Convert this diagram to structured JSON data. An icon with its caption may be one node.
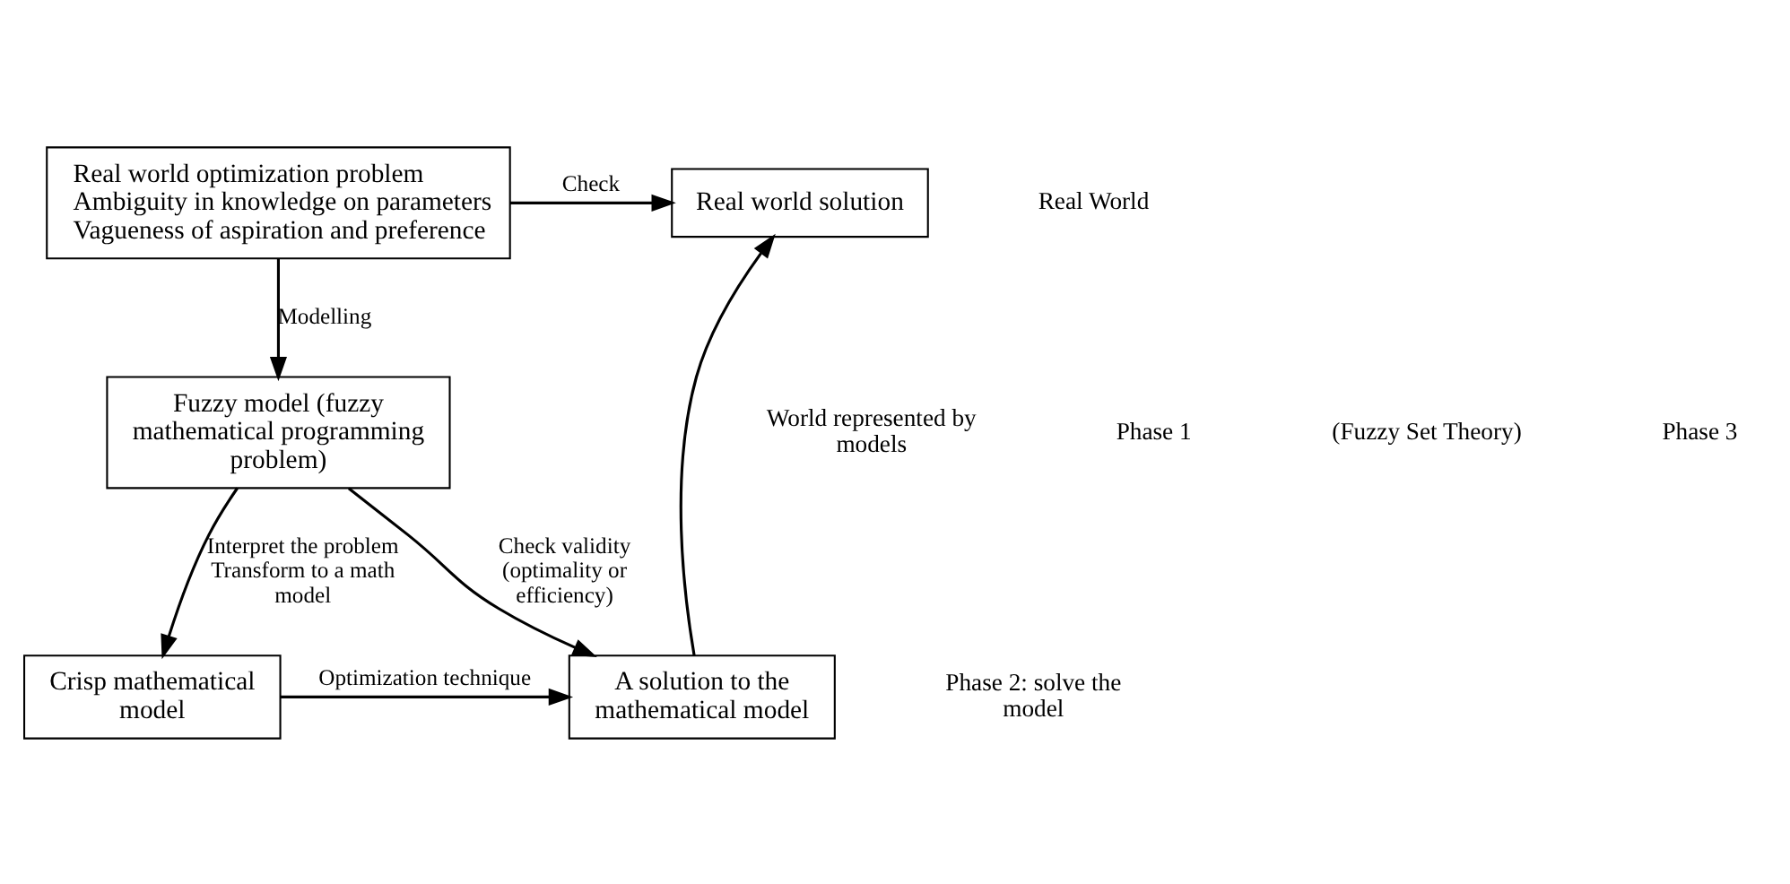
{
  "diagram": {
    "nodes": [
      {
        "text": [
          "Real world optimization problem",
          "Ambiguity in knowledge on parameters",
          "Vagueness of aspiration and preference"
        ]
      },
      {
        "text": [
          "Real world solution"
        ]
      },
      {
        "text": [
          "Fuzzy model (fuzzy mathematical programming problem)"
        ]
      },
      {
        "text": [
          "Crisp mathematical model"
        ]
      },
      {
        "text": [
          "A solution to the mathematical model"
        ]
      }
    ],
    "edges": [
      {
        "from": 0,
        "to": 1,
        "arrow": "to",
        "label": "Check"
      },
      {
        "from": 0,
        "to": 2,
        "arrow": "to",
        "label": "Modelling"
      },
      {
        "from": 2,
        "to": 3,
        "arrow": "to",
        "label": "Interpret the problem Transform to a math model"
      },
      {
        "from": 2,
        "to": 4,
        "arrow": "to",
        "label": "Check validity (optimality or efficiency)"
      },
      {
        "from": 3,
        "to": 4,
        "arrow": "to",
        "label": "Optimization technique"
      },
      {
        "from": 4,
        "to": 1,
        "arrow": "to"
      }
    ],
    "labels": [
      "Real World",
      "World represented by models",
      "Phase 1",
      "(Fuzzy Set Theory)",
      "Phase 3",
      "Phase 2: solve the model"
    ]
  }
}
